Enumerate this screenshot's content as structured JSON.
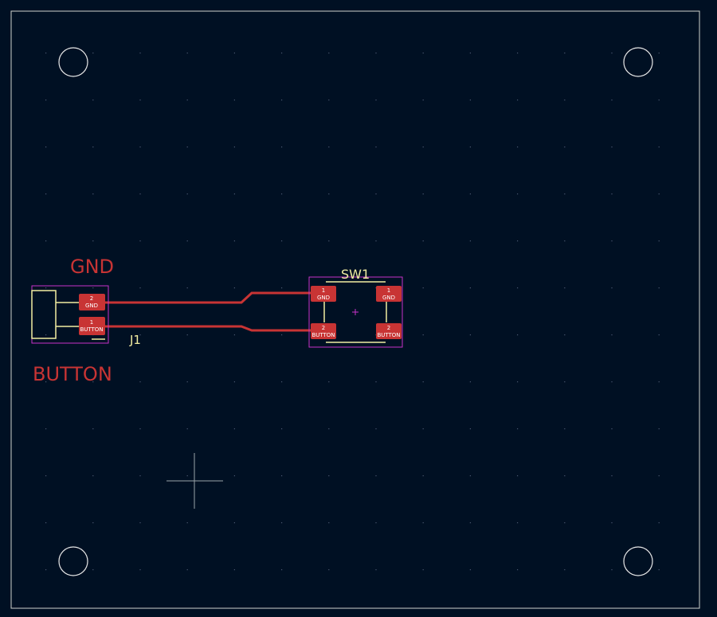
{
  "board": {
    "colors": {
      "background": "#001023",
      "edge_cuts": "#d0d2cd",
      "copper": "#c83434",
      "silkscreen": "#f2eda1",
      "courtyard": "#c832c8",
      "grid_dot": "#4a5870"
    }
  },
  "net_labels": {
    "gnd": "GND",
    "button": "BUTTON"
  },
  "components": {
    "j1": {
      "ref": "J1",
      "pads": [
        {
          "number": "2",
          "net": "GND"
        },
        {
          "number": "1",
          "net": "BUTTON"
        }
      ]
    },
    "sw1": {
      "ref": "SW1",
      "pads": [
        {
          "number": "1",
          "net": "GND"
        },
        {
          "number": "1",
          "net": "GND"
        },
        {
          "number": "2",
          "net": "BUTTON"
        },
        {
          "number": "2",
          "net": "BUTTON"
        }
      ]
    }
  }
}
